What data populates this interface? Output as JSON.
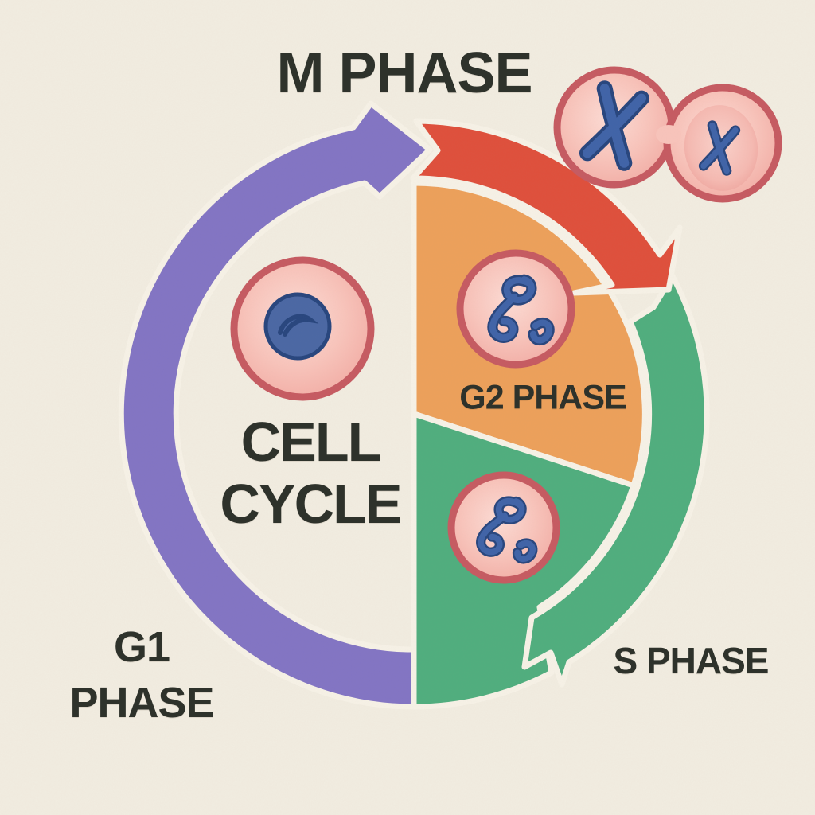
{
  "diagram": {
    "center_title": {
      "line1": "CELL",
      "line2": "CYCLE"
    },
    "labels": {
      "m": "M PHASE",
      "g2": "G2 PHASE",
      "s": "S PHASE",
      "g1_line1": "G1",
      "g1_line2": "PHASE"
    },
    "direction": "clockwise",
    "icons": {
      "interphase_cell": "pink cell with blue nucleus",
      "g2_cell": "pink cell with duplicated chromatin",
      "s_cell": "pink cell with replicating chromatin",
      "dividing_cells": "two daughter cells with X chromosomes"
    }
  },
  "colors": {
    "background": "#f2ede1",
    "paper_gap": "#f7f2e7",
    "text": "#2e322b",
    "g1_arc": "#8274c4",
    "m_arrow": "#df4f3b",
    "g2_sector": "#eda05a",
    "s_arc": "#4fae7e",
    "cell_border": "#c65a61",
    "cell_fill": "#f9c4bb",
    "cell_fill_light": "#fddcd5",
    "cell_fill_deep": "#f3aca4",
    "nucleus": "#4a67a4",
    "chromosome": "#3f63a8",
    "chromosome_dark": "#27457e"
  }
}
